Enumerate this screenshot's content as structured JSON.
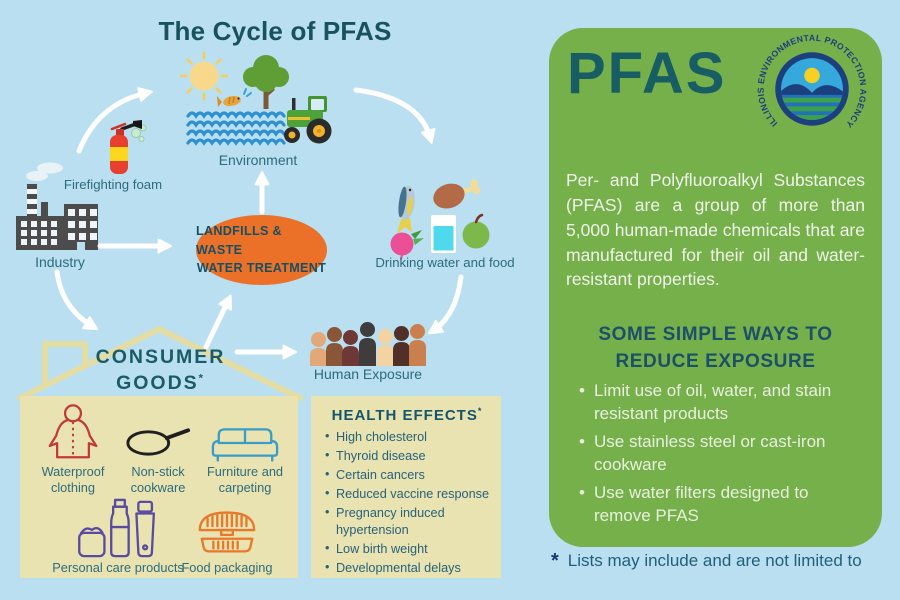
{
  "title": "The Cycle of PFAS",
  "cycle": {
    "environment": {
      "label": "Environment"
    },
    "firefighting_foam": {
      "label": "Firefighting foam"
    },
    "industry": {
      "label": "Industry"
    },
    "landfills": {
      "line1": "LANDFILLS & WASTE",
      "line2": "WATER TREATMENT"
    },
    "drinking_water": {
      "label": "Drinking water and food"
    },
    "human_exposure": {
      "label": "Human Exposure"
    }
  },
  "consumer_goods": {
    "title_line1": "CONSUMER",
    "title_line2": "GOODS",
    "footnote_marker": "*",
    "items": [
      {
        "label": "Waterproof clothing",
        "icon": "raincoat-icon"
      },
      {
        "label": "Non-stick cookware",
        "icon": "frying-pan-icon"
      },
      {
        "label": "Furniture and carpeting",
        "icon": "couch-icon"
      },
      {
        "label": "Personal care products",
        "icon": "toiletries-icon"
      },
      {
        "label": "Food packaging",
        "icon": "clamshell-container-icon"
      }
    ]
  },
  "health_effects": {
    "title": "HEALTH EFFECTS",
    "footnote_marker": "*",
    "items": [
      "High cholesterol",
      "Thyroid disease",
      "Certain cancers",
      "Reduced vaccine response",
      "Pregnancy induced hypertension",
      "Low birth weight",
      "Developmental delays"
    ]
  },
  "info_panel": {
    "title": "PFAS",
    "logo": {
      "text": "ILLINOIS ENVIRONMENTAL PROTECTION AGENCY"
    },
    "description": "Per- and Polyfluoroalkyl Substances (PFAS) are a group of more than 5,000 human-made chemicals that are manufactured for their oil and water-resistant properties.",
    "ways_title_line1": "SOME SIMPLE WAYS TO",
    "ways_title_line2": "REDUCE EXPOSURE",
    "ways": [
      "Limit use of oil, water, and stain resistant products",
      "Use stainless steel or cast-iron cookware",
      "Use water filters designed to remove PFAS"
    ]
  },
  "footnote": {
    "marker": "*",
    "text": "Lists may include and are not limited to"
  },
  "colors": {
    "background": "#b9dff0",
    "panel_green": "#75b04b",
    "heading_teal": "#19525e",
    "label_teal": "#2d6b7c",
    "oval_orange": "#ec7128",
    "box_khaki": "#e9e3b2",
    "arrow_white": "#ffffff",
    "logo_navy": "#1c3f7e"
  }
}
